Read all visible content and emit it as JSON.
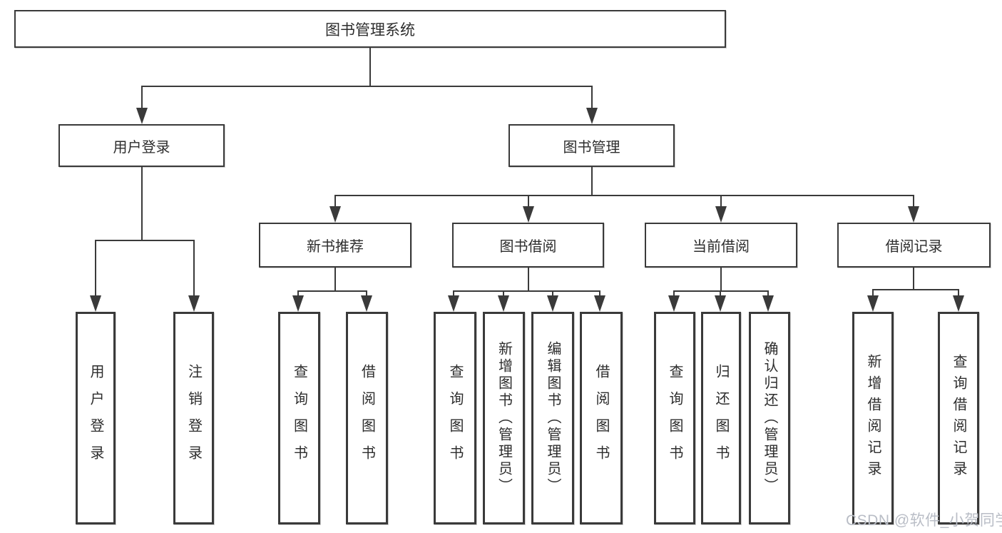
{
  "tree": {
    "root": {
      "label": "图书管理系统"
    },
    "branches": [
      {
        "label": "用户登录",
        "children": [
          {
            "label": "用户登录"
          },
          {
            "label": "注销登录"
          }
        ]
      },
      {
        "label": "图书管理",
        "groups": [
          {
            "label": "新书推荐",
            "children": [
              {
                "label": "查询图书"
              },
              {
                "label": "借阅图书"
              }
            ]
          },
          {
            "label": "图书借阅",
            "children": [
              {
                "label": "查询图书"
              },
              {
                "label": "新增图书（管理员）"
              },
              {
                "label": "编辑图书（管理员）"
              },
              {
                "label": "借阅图书"
              }
            ]
          },
          {
            "label": "当前借阅",
            "children": [
              {
                "label": "查询图书"
              },
              {
                "label": "归还图书"
              },
              {
                "label": "确认归还（管理员）"
              }
            ]
          },
          {
            "label": "借阅记录",
            "children": [
              {
                "label": "新增借阅记录"
              },
              {
                "label": "查询借阅记录"
              }
            ]
          }
        ]
      }
    ]
  },
  "watermark": "CSDN @软件_小贺同学",
  "colors": {
    "line": "#3a3a3a",
    "text": "#2d2d2d",
    "watermark": "#b9bdc6",
    "background": "#ffffff"
  }
}
